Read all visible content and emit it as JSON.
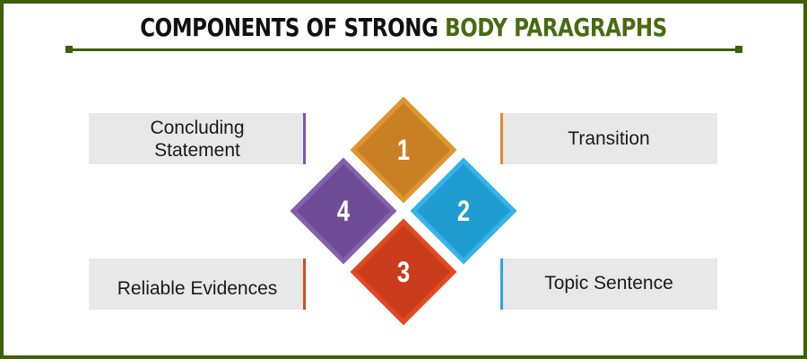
{
  "title": {
    "part1": "COMPONENTS OF STRONG ",
    "part2": "BODY PARAGRAPHS"
  },
  "colors": {
    "brand_green": "#3f5f0b",
    "orange": "#c97f24",
    "blue": "#1f9cd0",
    "red": "#c93d1d",
    "purple": "#6f4c96",
    "box_bg": "#e8e8e8"
  },
  "diamonds": [
    {
      "number": "1",
      "color": "orange"
    },
    {
      "number": "2",
      "color": "blue"
    },
    {
      "number": "3",
      "color": "red"
    },
    {
      "number": "4",
      "color": "purple"
    }
  ],
  "labels": {
    "top_left": "Concluding Statement",
    "top_right": "Transition",
    "bottom_left": "Reliable Evidences",
    "bottom_right": "Topic Sentence"
  }
}
